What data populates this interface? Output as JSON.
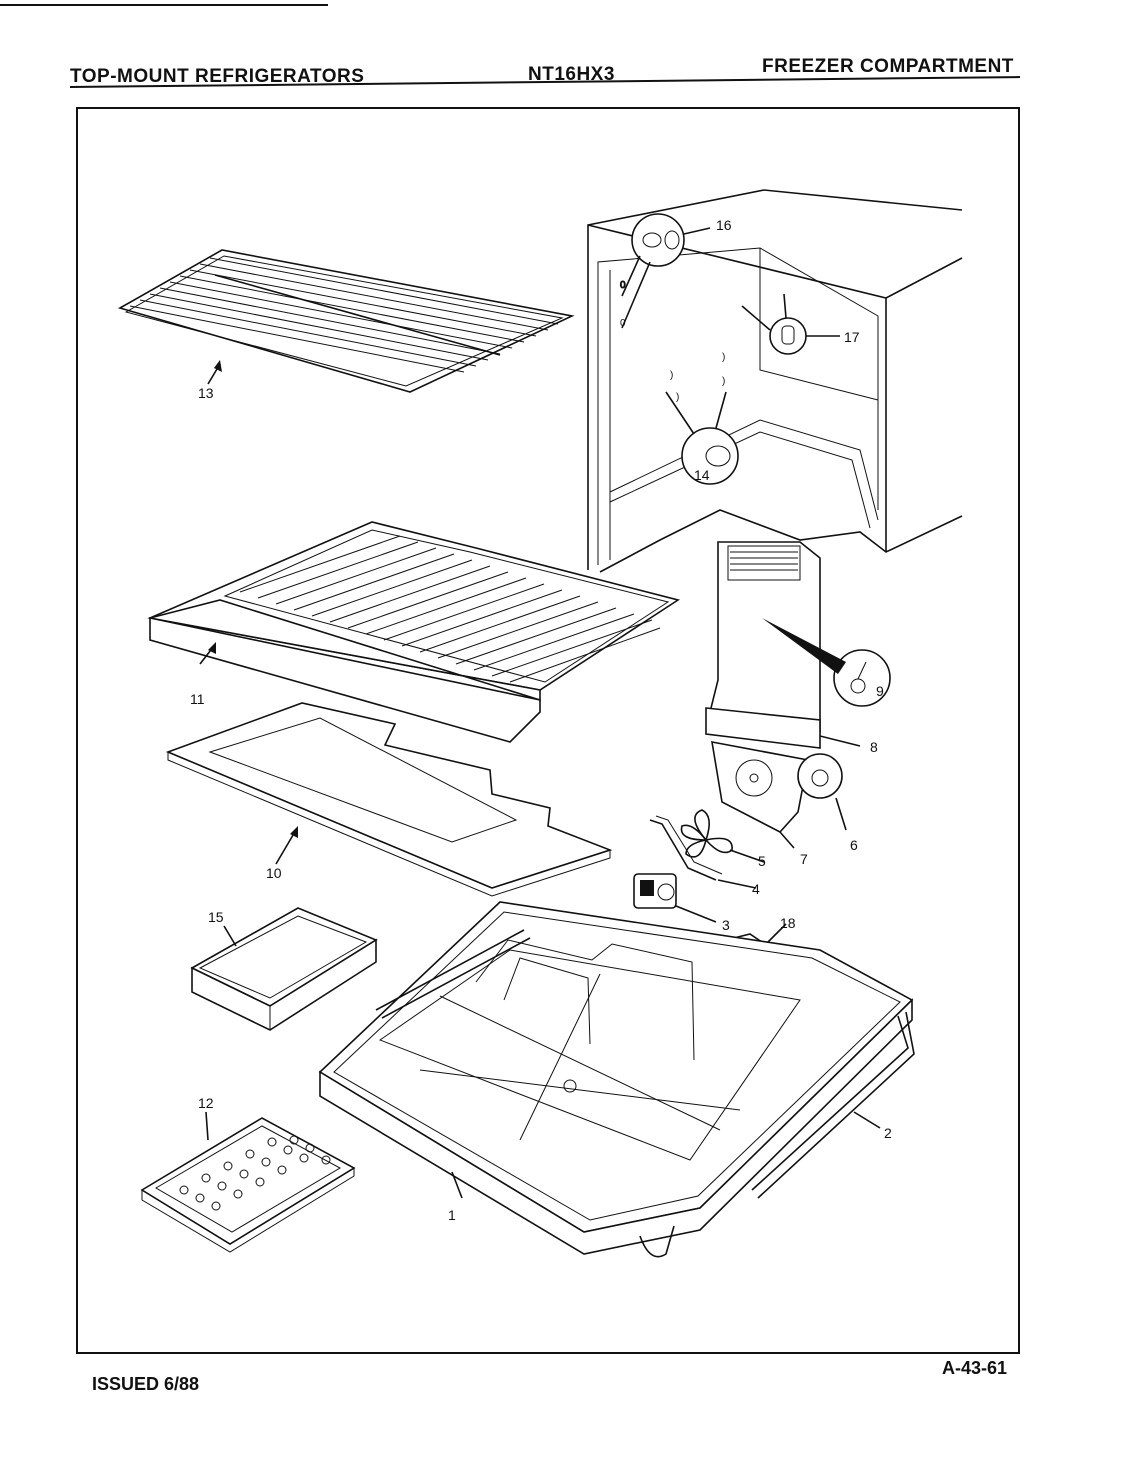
{
  "header": {
    "product_line": "TOP-MOUNT REFRIGERATORS",
    "model": "NT16HX3",
    "section": "FREEZER COMPARTMENT"
  },
  "footer": {
    "issued": "ISSUED 6/88",
    "page_code": "A-43-61"
  },
  "callouts": [
    "1",
    "2",
    "3",
    "4",
    "5",
    "6",
    "7",
    "8",
    "9",
    "10",
    "11",
    "12",
    "13",
    "14",
    "15",
    "16",
    "17",
    "18"
  ]
}
